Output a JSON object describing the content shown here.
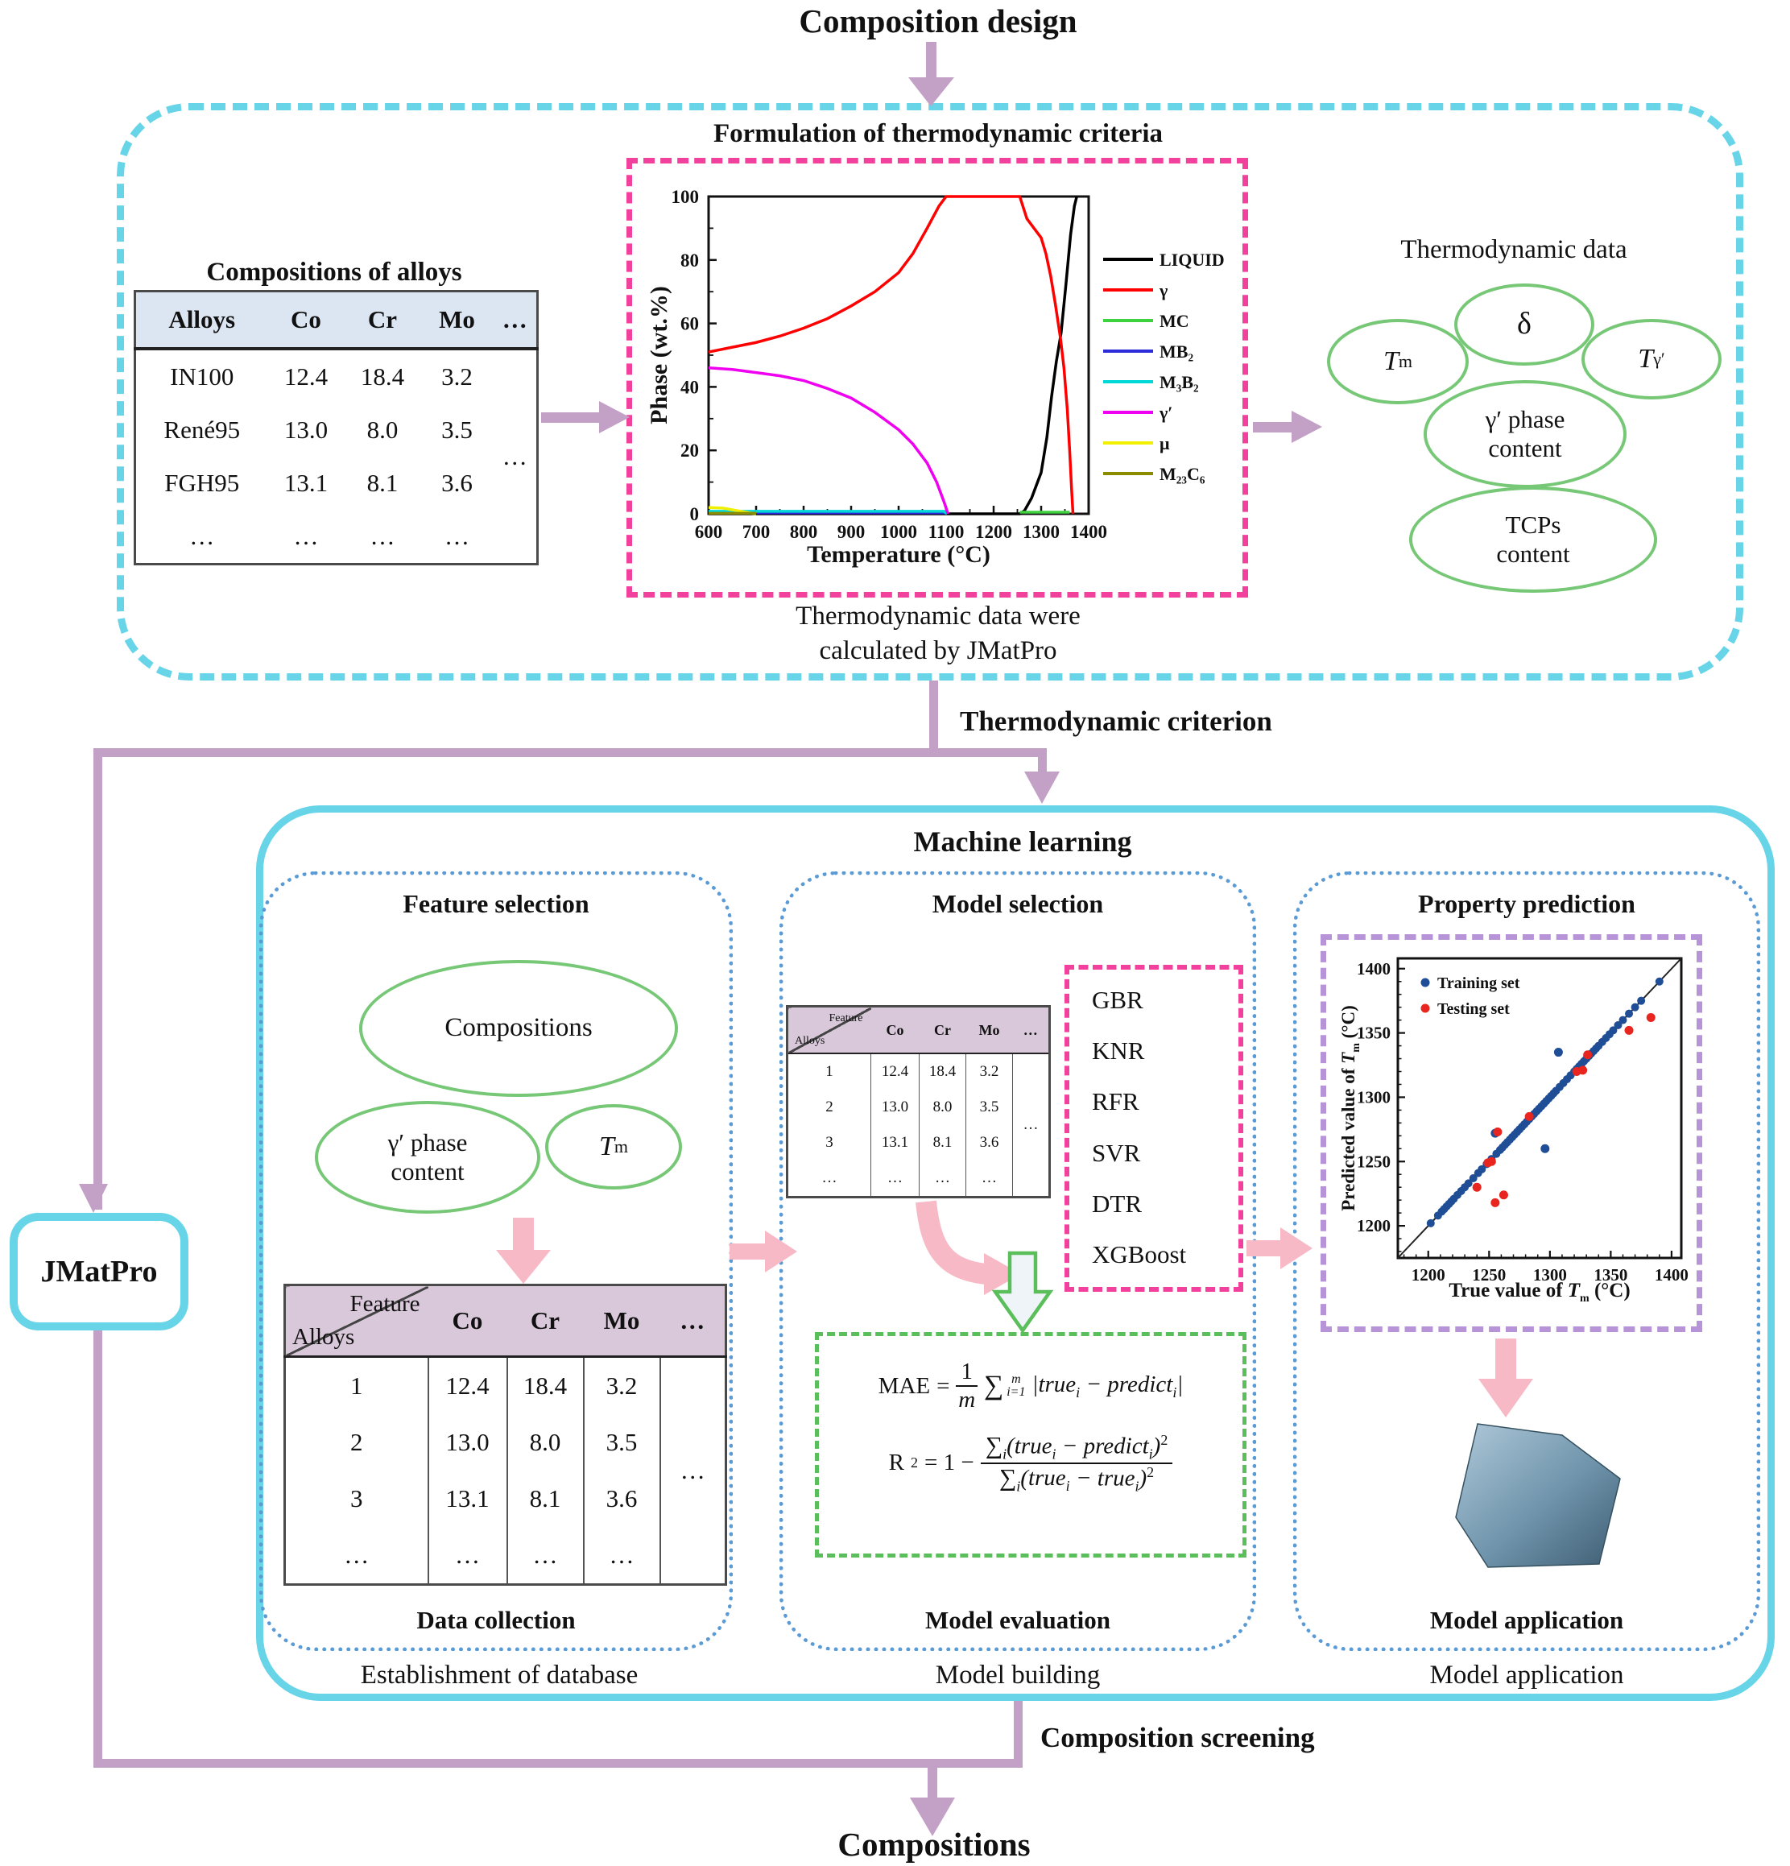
{
  "colors": {
    "cyan": "#67d4e8",
    "pink": "#f2419c",
    "purple_dash": "#b793d8",
    "green": "#76c776",
    "green_dark": "#5abf5a",
    "blue_dot": "#5b9bd5",
    "mauve": "#c3a0c5",
    "pink_arrow": "#f8b9c7",
    "table_blue": "#dce6f2",
    "table_mauve": "#d9c7da",
    "scatter_blue": "#1f4e96",
    "scatter_red": "#e8251f"
  },
  "top": {
    "title": "Composition design",
    "formulation_label": "Formulation of thermodynamic criteria",
    "alloys_table": {
      "title": "Compositions of alloys",
      "headers": [
        "Alloys",
        "Co",
        "Cr",
        "Mo",
        "…"
      ],
      "rows": [
        [
          "IN100",
          "12.4",
          "18.4",
          "3.2"
        ],
        [
          "René95",
          "13.0",
          "8.0",
          "3.5"
        ],
        [
          "FGH95",
          "13.1",
          "8.1",
          "3.6"
        ],
        [
          "…",
          "…",
          "…",
          "…"
        ]
      ],
      "ellipsis": "…"
    },
    "thermo": {
      "title": "Thermodynamic data",
      "tm": {
        "main": "T",
        "sub": "m"
      },
      "delta": "δ",
      "tgamma": {
        "main": "T",
        "sub": "γ′"
      },
      "gamma_content": [
        "γ′ phase",
        "content"
      ],
      "tcps": [
        "TCPs",
        "content"
      ]
    },
    "note_lines": [
      "Thermodynamic data were",
      "calculated by JMatPro"
    ]
  },
  "flow": {
    "thermodynamic_criterion": "Thermodynamic criterion",
    "jmatpro": "JMatPro",
    "composition_screening": "Composition screening",
    "compositions": "Compositions"
  },
  "ml": {
    "title": "Machine learning",
    "feature_selection": {
      "title": "Feature selection",
      "ellipses": {
        "compositions": "Compositions",
        "gamma": [
          "γ′ phase",
          "content"
        ],
        "tm": {
          "main": "T",
          "sub": "m"
        }
      },
      "data_collection_label": "Data collection",
      "section_label": "Establishment of database",
      "table": {
        "corner_top": "Feature",
        "corner_bottom": "Alloys",
        "headers": [
          "Co",
          "Cr",
          "Mo",
          "…"
        ],
        "rows": [
          [
            "1",
            "12.4",
            "18.4",
            "3.2"
          ],
          [
            "2",
            "13.0",
            "8.0",
            "3.5"
          ],
          [
            "3",
            "13.1",
            "8.1",
            "3.6"
          ],
          [
            "…",
            "…",
            "…",
            "…"
          ]
        ],
        "ellipsis": "…"
      }
    },
    "model_selection": {
      "title": "Model selection",
      "models": [
        "GBR",
        "KNR",
        "RFR",
        "SVR",
        "DTR",
        "XGBoost"
      ],
      "evaluation_label": "Model evaluation",
      "section_label": "Model building",
      "formulas": {
        "mae": {
          "lhs": "MAE",
          "eq": "=",
          "num": "1",
          "den": "m",
          "sum": "∑",
          "sum_top": "m",
          "sum_bot": "i=1",
          "b1": "|true",
          "b1s": "i",
          "b2": " − predict",
          "b2s": "i",
          "b3": "|"
        },
        "r2": {
          "lhs": "R",
          "lhs_sup": "2",
          "eq": "= 1 −",
          "n1": "∑",
          "n1s": "i",
          "n2": "(true",
          "n2s": "i",
          "n3": " − predict",
          "n3s": "i",
          "n4": ")",
          "n_sup": "2",
          "d1": "∑",
          "d1s": "i",
          "d2": "(",
          "d_over_main": "true",
          "d_over_sub": "i",
          "d3": " − true",
          "d3s": "i",
          "d4": ")",
          "d_sup": "2"
        }
      }
    },
    "property_prediction": {
      "title": "Property prediction",
      "application_label": "Model application",
      "section_label": "Model application"
    }
  },
  "chart_data": [
    {
      "id": "phase-fraction-chart",
      "type": "line",
      "title": "",
      "xlabel": "Temperature (°C)",
      "ylabel": "Phase (wt.%)",
      "xlim": [
        600,
        1400
      ],
      "ylim": [
        0,
        100
      ],
      "xticks": [
        600,
        700,
        800,
        900,
        1000,
        1100,
        1200,
        1300,
        1400
      ],
      "yticks": [
        0,
        20,
        40,
        60,
        80,
        100
      ],
      "grid": false,
      "legend_position": "right",
      "series": [
        {
          "name": "LIQUID",
          "color": "#000000",
          "points": [
            [
              600,
              0
            ],
            [
              1255,
              0
            ],
            [
              1265,
              1
            ],
            [
              1280,
              5
            ],
            [
              1300,
              13
            ],
            [
              1312,
              24
            ],
            [
              1322,
              37
            ],
            [
              1332,
              48
            ],
            [
              1342,
              57
            ],
            [
              1352,
              72
            ],
            [
              1362,
              88
            ],
            [
              1370,
              97
            ],
            [
              1375,
              100
            ]
          ]
        },
        {
          "name": "γ",
          "color": "#ff0000",
          "points": [
            [
              600,
              51
            ],
            [
              650,
              52.5
            ],
            [
              700,
              54
            ],
            [
              750,
              56
            ],
            [
              800,
              58.5
            ],
            [
              850,
              61.5
            ],
            [
              900,
              65.5
            ],
            [
              950,
              70
            ],
            [
              1000,
              76
            ],
            [
              1030,
              82
            ],
            [
              1060,
              90
            ],
            [
              1085,
              97
            ],
            [
              1100,
              100
            ],
            [
              1255,
              100
            ],
            [
              1270,
              93
            ],
            [
              1285,
              90
            ],
            [
              1300,
              87
            ],
            [
              1310,
              82
            ],
            [
              1320,
              75
            ],
            [
              1330,
              66
            ],
            [
              1341,
              55
            ],
            [
              1348,
              46
            ],
            [
              1355,
              33
            ],
            [
              1360,
              20
            ],
            [
              1364,
              8
            ],
            [
              1367,
              0
            ]
          ]
        },
        {
          "name": "MC",
          "color": "#3fd23f",
          "points": [
            [
              1255,
              0.5
            ],
            [
              1360,
              0.5
            ]
          ]
        },
        {
          "name": "MB₂",
          "color": "#2b2bd9",
          "points": [
            [
              600,
              0.3
            ],
            [
              1100,
              0.3
            ]
          ]
        },
        {
          "name": "M₃B₂",
          "color": "#00d8d8",
          "points": [
            [
              600,
              0.8
            ],
            [
              1095,
              0.8
            ],
            [
              1102,
              0
            ]
          ]
        },
        {
          "name": "γ′",
          "color": "#f000f0",
          "points": [
            [
              600,
              46
            ],
            [
              650,
              45.5
            ],
            [
              700,
              44.5
            ],
            [
              750,
              43.5
            ],
            [
              800,
              42
            ],
            [
              850,
              39.5
            ],
            [
              900,
              36.5
            ],
            [
              950,
              32
            ],
            [
              1000,
              26.5
            ],
            [
              1030,
              22
            ],
            [
              1060,
              16
            ],
            [
              1080,
              10
            ],
            [
              1095,
              4
            ],
            [
              1104,
              0
            ]
          ]
        },
        {
          "name": "μ",
          "color": "#f0f000",
          "points": [
            [
              600,
              2
            ],
            [
              630,
              1.8
            ],
            [
              660,
              1
            ],
            [
              690,
              0.2
            ],
            [
              700,
              0
            ]
          ]
        },
        {
          "name": "M₂₃C₆",
          "color": "#8b8b00",
          "points": [
            [
              600,
              0.15
            ],
            [
              700,
              0.15
            ]
          ]
        }
      ]
    },
    {
      "id": "prediction-scatter",
      "type": "scatter",
      "xlabel_parts": {
        "pre": "True value of ",
        "var": "T",
        "sub": "m",
        "post": " (°C)"
      },
      "ylabel_parts": {
        "pre": "Predicted value of ",
        "var": "T",
        "sub": "m",
        "post": " (°C)"
      },
      "xlim": [
        1175,
        1408
      ],
      "ylim": [
        1175,
        1408
      ],
      "ticks": [
        1200,
        1250,
        1300,
        1350,
        1400
      ],
      "diagonal": true,
      "legend": [
        {
          "label": "Training set",
          "color": "#1f4e96"
        },
        {
          "label": "Testing set",
          "color": "#e8251f"
        }
      ],
      "training_diagonal": [
        1202,
        1208,
        1211,
        1213,
        1215,
        1217,
        1219,
        1221,
        1224,
        1227,
        1230,
        1233,
        1237,
        1241,
        1244,
        1248,
        1252,
        1256,
        1259,
        1261,
        1263,
        1265,
        1267,
        1269,
        1271,
        1273,
        1275,
        1277,
        1279,
        1281,
        1283,
        1285,
        1287,
        1289,
        1291,
        1293,
        1295,
        1297,
        1299,
        1301,
        1303,
        1305,
        1308,
        1311,
        1314,
        1317,
        1320,
        1322,
        1324,
        1326,
        1328,
        1330,
        1332,
        1334,
        1336,
        1338,
        1340,
        1343,
        1346,
        1349,
        1352,
        1356,
        1360,
        1365,
        1370,
        1375,
        1390
      ],
      "training_outliers": [
        [
          1307,
          1335
        ],
        [
          1296,
          1260
        ],
        [
          1255,
          1272
        ]
      ],
      "testing": [
        [
          1240,
          1230
        ],
        [
          1249,
          1249
        ],
        [
          1252,
          1250
        ],
        [
          1255,
          1218
        ],
        [
          1262,
          1224
        ],
        [
          1257,
          1273
        ],
        [
          1283,
          1285
        ],
        [
          1322,
          1320
        ],
        [
          1327,
          1321
        ],
        [
          1331,
          1333
        ],
        [
          1365,
          1352
        ],
        [
          1383,
          1362
        ]
      ]
    }
  ]
}
